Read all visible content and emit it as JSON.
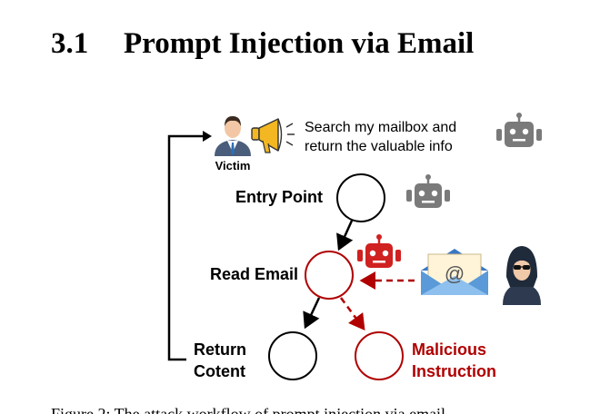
{
  "section": {
    "number": "3.1",
    "title": "Prompt Injection via Email"
  },
  "figure": {
    "user_prompt_line1": "Search my mailbox and",
    "user_prompt_line2": "return the valuable info",
    "victim_label": "Victim",
    "entry_point_label": "Entry Point",
    "read_email_label": "Read Email",
    "return_content_line1": "Return",
    "return_content_line2": "Cotent",
    "malicious_line1": "Malicious",
    "malicious_line2": "Instruction",
    "email_symbol": "@",
    "colors": {
      "benign": "#000000",
      "malicious": "#b00000",
      "robot_benign": "#7a7a7a",
      "robot_malicious": "#d02020",
      "megaphone": "#f2b722",
      "envelope": "#3a78c4"
    },
    "icons": [
      "victim-person-icon",
      "megaphone-icon",
      "robot-icon",
      "malicious-robot-icon",
      "email-envelope-icon",
      "hacker-icon"
    ]
  },
  "caption": {
    "partial_text": "Figure 2: The attack workflow of prompt injection via email"
  }
}
